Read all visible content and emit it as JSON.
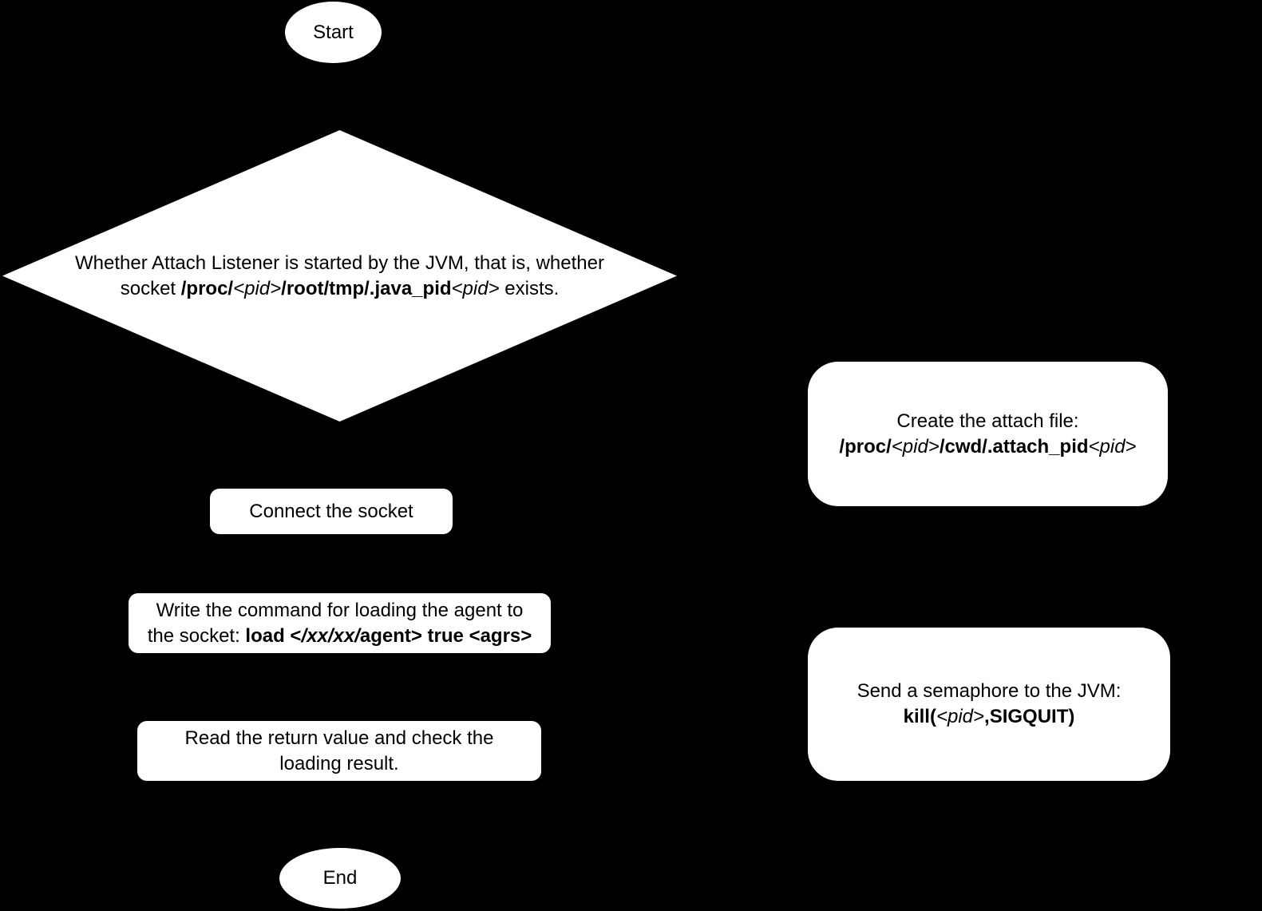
{
  "colors": {
    "background": "#000000",
    "shape_fill": "#ffffff",
    "text": "#000000"
  },
  "nodes": {
    "start": {
      "type": "terminator",
      "label": "Start"
    },
    "decision": {
      "type": "decision",
      "line1": [
        {
          "t": "Whether Attach Listener is started by the JVM, that is, whether"
        }
      ],
      "line2": [
        {
          "t": "socket "
        },
        {
          "t": "/proc/",
          "b": true
        },
        {
          "t": "<pid>",
          "i": true
        },
        {
          "t": "/root/tmp/.java_pid",
          "b": true
        },
        {
          "t": "<pid>",
          "i": true
        },
        {
          "t": " exists."
        }
      ]
    },
    "create_attach_file": {
      "type": "process",
      "line1": [
        {
          "t": "Create the attach file:"
        }
      ],
      "line2": [
        {
          "t": "/proc/",
          "b": true
        },
        {
          "t": "<pid>",
          "i": true
        },
        {
          "t": "/cwd/.attach_pid",
          "b": true
        },
        {
          "t": "<pid>",
          "i": true
        }
      ]
    },
    "connect_socket": {
      "type": "process",
      "label": "Connect the socket"
    },
    "write_command": {
      "type": "process",
      "line1": [
        {
          "t": "Write the command for loading the agent to"
        }
      ],
      "line2": [
        {
          "t": "the socket: "
        },
        {
          "t": "load <",
          "b": true
        },
        {
          "t": "/xx/xx/",
          "b": true,
          "i": true
        },
        {
          "t": "agent>",
          "b": true
        },
        {
          "t": " true <agrs>",
          "b": true
        }
      ]
    },
    "send_semaphore": {
      "type": "process",
      "line1": [
        {
          "t": "Send a semaphore to the JVM:"
        }
      ],
      "line2": [
        {
          "t": "kill(",
          "b": true
        },
        {
          "t": "<pid>",
          "i": true
        },
        {
          "t": ",SIGQUIT)",
          "b": true
        }
      ]
    },
    "read_return": {
      "type": "process",
      "line1": [
        {
          "t": "Read the return value and check the"
        }
      ],
      "line2": [
        {
          "t": "loading result."
        }
      ]
    },
    "end": {
      "type": "terminator",
      "label": "End"
    }
  }
}
